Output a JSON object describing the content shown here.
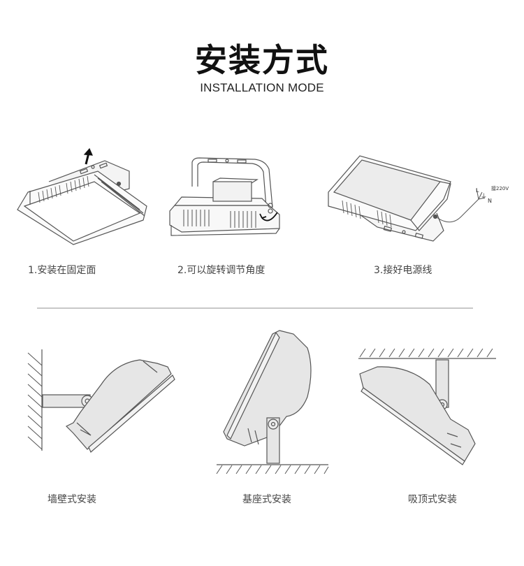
{
  "header": {
    "title": "安装方式",
    "subtitle": "INSTALLATION MODE"
  },
  "steps": [
    {
      "caption": "1.安装在固定面",
      "illustration": "fixing-surface-mount"
    },
    {
      "caption": "2.可以旋转调节角度",
      "illustration": "rotate-adjust-angle"
    },
    {
      "caption": "3.接好电源线",
      "illustration": "connect-power-cable"
    }
  ],
  "wiring": {
    "labels": [
      "L",
      "N"
    ],
    "ground_symbol": "⏚",
    "note": "接220V"
  },
  "mounting_types": [
    {
      "caption": "墙壁式安装",
      "illustration": "wall-mount"
    },
    {
      "caption": "基座式安装",
      "illustration": "base-mount"
    },
    {
      "caption": "吸顶式安装",
      "illustration": "ceiling-mount"
    }
  ],
  "colors": {
    "line": "#555555",
    "fill": "#e6e6e6",
    "divider": "#c8c8c8"
  }
}
